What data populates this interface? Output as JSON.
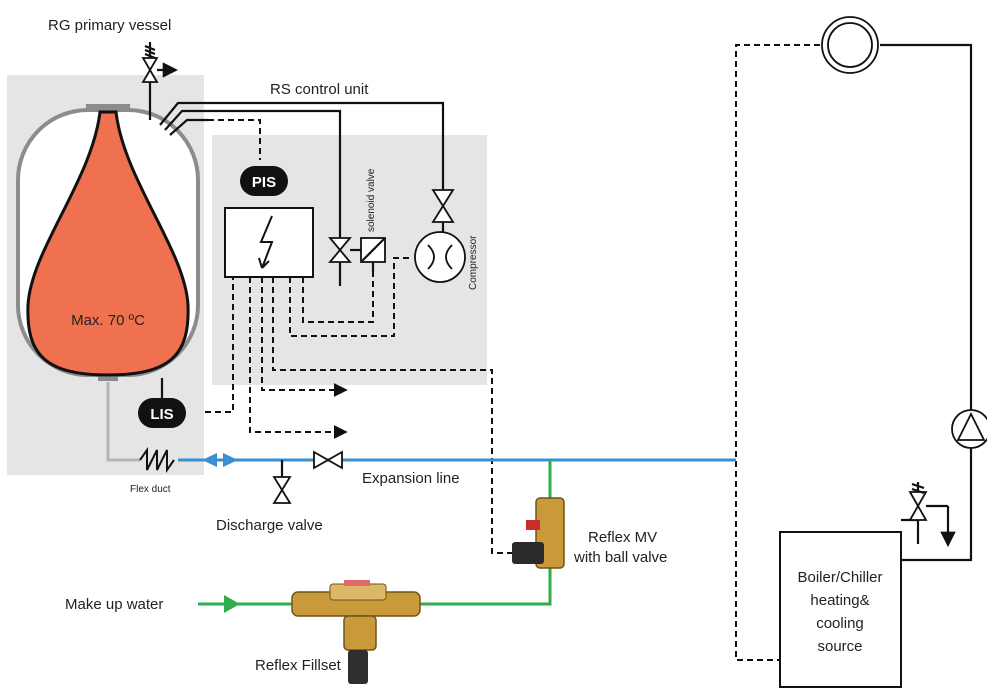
{
  "labels": {
    "vessel_title": "RG primary vessel",
    "control_unit_title": "RS control unit",
    "max_temp": "Max. 70 ºC",
    "solenoid": "solenoid valve",
    "compressor": "Compressor",
    "flex_duct": "Flex duct",
    "expansion_line": "Expansion line",
    "discharge_valve": "Discharge valve",
    "reflex_mv_line1": "Reflex MV",
    "reflex_mv_line2": "with ball valve",
    "make_up_water": "Make up water",
    "reflex_fillset": "Reflex Fillset",
    "boiler_line1": "Boiler/Chiller",
    "boiler_line2": "heating&",
    "boiler_line3": "cooling",
    "boiler_line4": "source"
  },
  "tags": {
    "pis": "PIS",
    "lis": "LIS"
  },
  "colors": {
    "expansion_line": "#3a8fd0",
    "make_up_line": "#2fae4a",
    "vessel_fill": "#f07150",
    "panel_background": "#e5e5e5",
    "vessel_connection": "#b5b5b5"
  }
}
